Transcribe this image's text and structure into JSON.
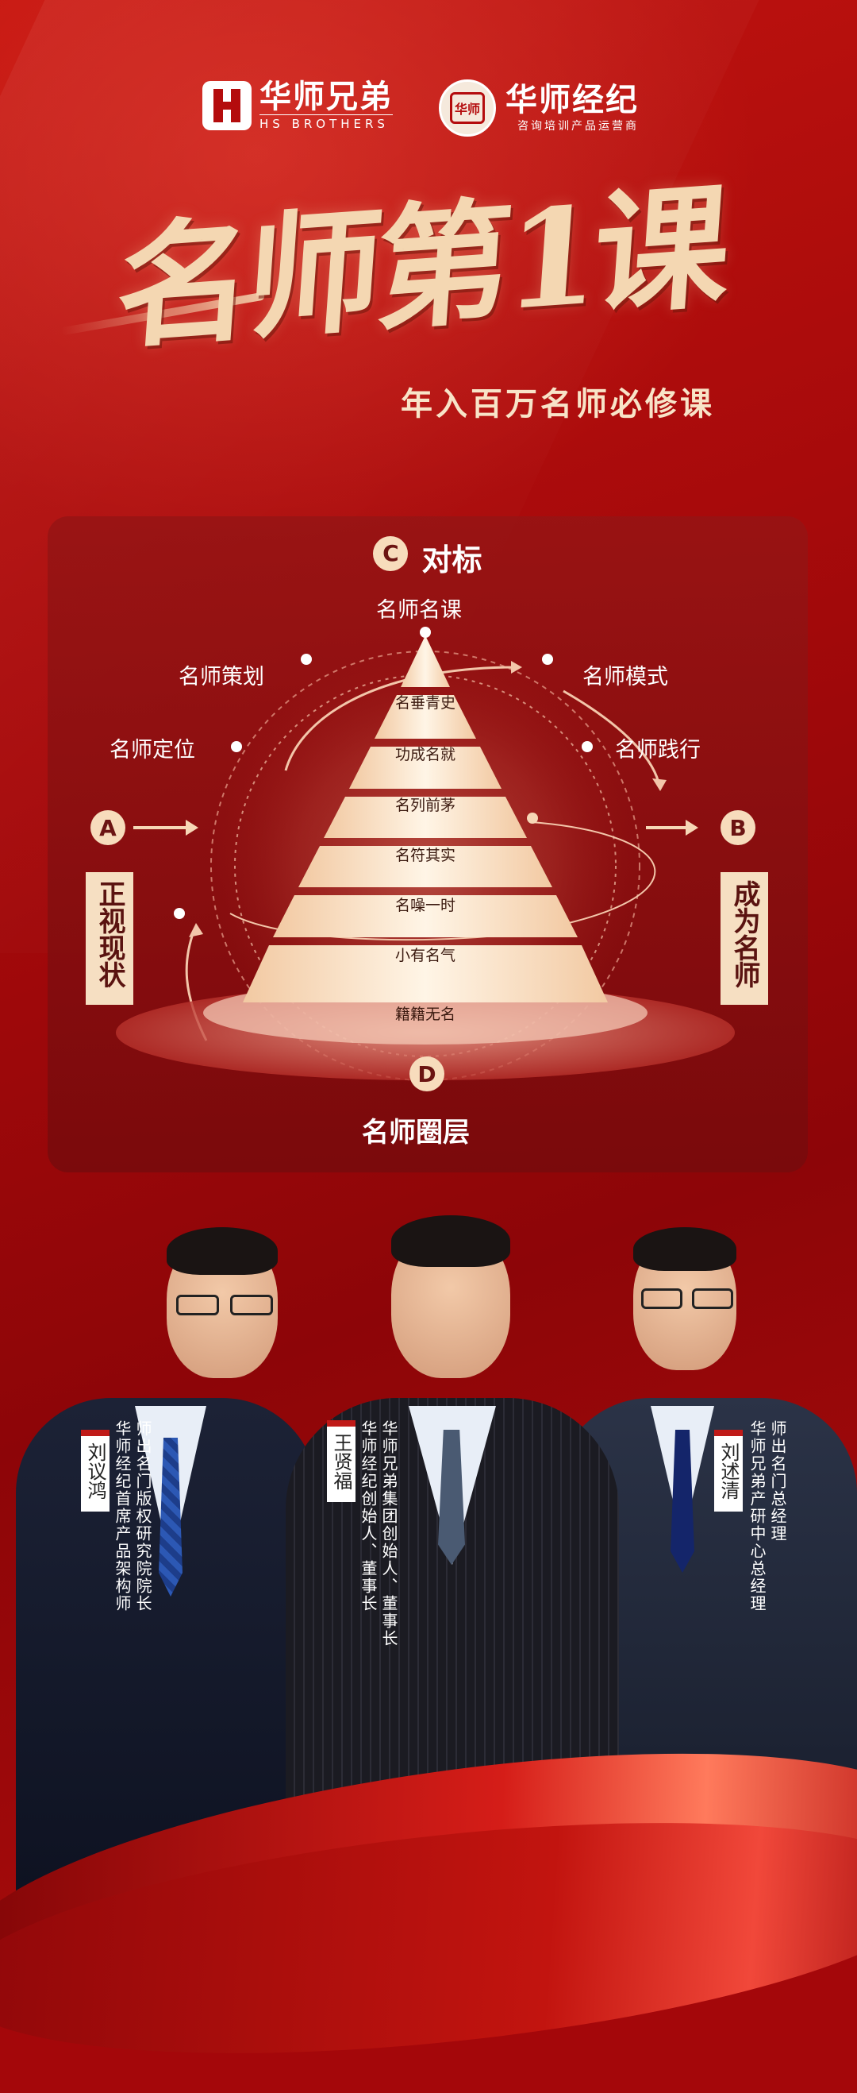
{
  "logos": {
    "brand1": {
      "name": "华师兄弟",
      "sub": "HS BROTHERS"
    },
    "brand2": {
      "name": "华师经纪",
      "sub": "咨询培训产品运营商",
      "seal": "华师"
    }
  },
  "hero": {
    "title": "名师第1课",
    "subtitle": "年入百万名师必修课"
  },
  "diagram": {
    "top": {
      "badge": "C",
      "label": "对标"
    },
    "bottom": {
      "badge": "D",
      "label": "名师圈层"
    },
    "left": {
      "badge": "A",
      "label": "正视现状"
    },
    "right": {
      "badge": "B",
      "label": "成为名师"
    },
    "stages": [
      "名师名课",
      "名师策划",
      "名师模式",
      "名师定位",
      "名师践行"
    ],
    "layers": [
      "名垂青史",
      "功成名就",
      "名列前茅",
      "名符其实",
      "名噪一时",
      "小有名气",
      "籍籍无名"
    ]
  },
  "people": [
    {
      "name": "刘议鸿",
      "titles": [
        "师出名门版权研究院院长",
        "华师经纪首席产品架构师"
      ]
    },
    {
      "name": "王贤福",
      "titles": [
        "华师兄弟集团创始人、董事长",
        "华师经纪创始人、董事长"
      ]
    },
    {
      "name": "刘述清",
      "titles": [
        "师出名门总经理",
        "华师兄弟产研中心总经理"
      ]
    }
  ],
  "colors": {
    "red": "#a70a0b",
    "cream": "#f6dfc2",
    "gold": "#f4d7b2"
  }
}
